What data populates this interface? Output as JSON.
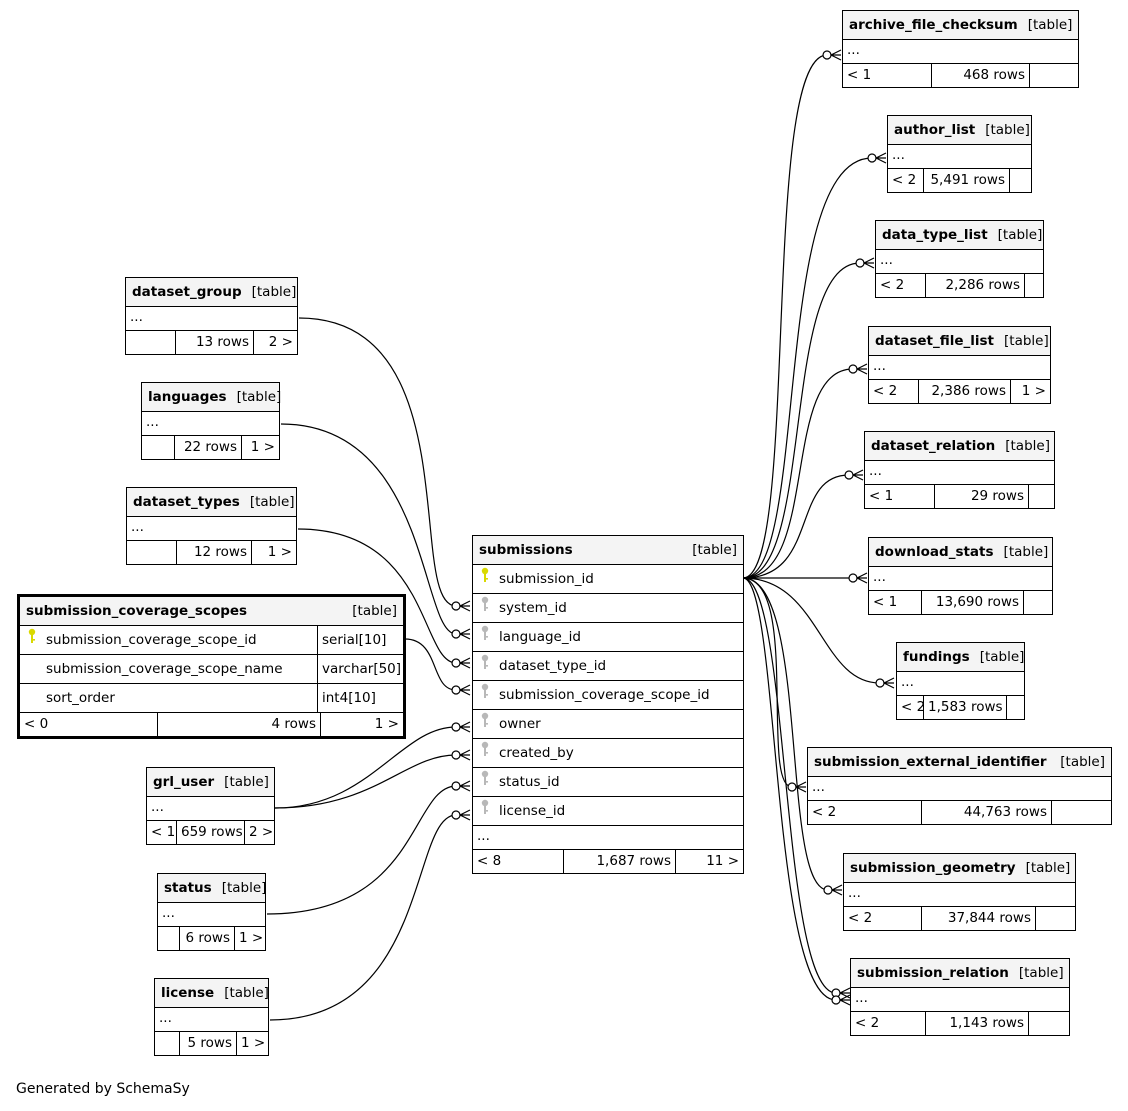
{
  "footer": {
    "generated_by": "Generated by SchemaSy"
  },
  "colors": {
    "primary_key": "#d9d900",
    "foreign_key": "#b8b8b8",
    "header_bg": "#f4f4f4"
  },
  "type_label": "[table]",
  "ellipsis": "...",
  "main_table": {
    "name": "submissions",
    "columns": [
      {
        "name": "submission_id",
        "key": "primary-key-icon"
      },
      {
        "name": "system_id",
        "key": "foreign-key-icon"
      },
      {
        "name": "language_id",
        "key": "foreign-key-icon"
      },
      {
        "name": "dataset_type_id",
        "key": "foreign-key-icon"
      },
      {
        "name": "submission_coverage_scope_id",
        "key": "foreign-key-icon"
      },
      {
        "name": "owner",
        "key": "foreign-key-icon"
      },
      {
        "name": "created_by",
        "key": "foreign-key-icon"
      },
      {
        "name": "status_id",
        "key": "foreign-key-icon"
      },
      {
        "name": "license_id",
        "key": "foreign-key-icon"
      }
    ],
    "footer": {
      "parents": "< 8",
      "rows": "1,687 rows",
      "children": "11 >"
    }
  },
  "focus_table": {
    "name": "submission_coverage_scopes",
    "columns": [
      {
        "name": "submission_coverage_scope_id",
        "type": "serial[10]",
        "key": "primary-key-icon"
      },
      {
        "name": "submission_coverage_scope_name",
        "type": "varchar[50]",
        "key": ""
      },
      {
        "name": "sort_order",
        "type": "int4[10]",
        "key": ""
      }
    ],
    "footer": {
      "parents": "< 0",
      "rows": "4 rows",
      "children": "1 >"
    }
  },
  "left_tables": [
    {
      "name": "dataset_group",
      "parents": "",
      "rows": "13 rows",
      "children": "2 >"
    },
    {
      "name": "languages",
      "parents": "",
      "rows": "22 rows",
      "children": "1 >"
    },
    {
      "name": "dataset_types",
      "parents": "",
      "rows": "12 rows",
      "children": "1 >"
    },
    {
      "name": "grl_user",
      "parents": "< 1",
      "rows": "659 rows",
      "children": "2 >"
    },
    {
      "name": "status",
      "parents": "",
      "rows": "6 rows",
      "children": "1 >"
    },
    {
      "name": "license",
      "parents": "",
      "rows": "5 rows",
      "children": "1 >"
    }
  ],
  "right_tables": [
    {
      "name": "archive_file_checksum",
      "parents": "< 1",
      "rows": "468 rows",
      "children": ""
    },
    {
      "name": "author_list",
      "parents": "< 2",
      "rows": "5,491 rows",
      "children": ""
    },
    {
      "name": "data_type_list",
      "parents": "< 2",
      "rows": "2,286 rows",
      "children": ""
    },
    {
      "name": "dataset_file_list",
      "parents": "< 2",
      "rows": "2,386 rows",
      "children": "1 >"
    },
    {
      "name": "dataset_relation",
      "parents": "< 1",
      "rows": "29 rows",
      "children": ""
    },
    {
      "name": "download_stats",
      "parents": "< 1",
      "rows": "13,690 rows",
      "children": ""
    },
    {
      "name": "fundings",
      "parents": "< 2",
      "rows": "1,583 rows",
      "children": ""
    },
    {
      "name": "submission_external_identifier",
      "parents": "< 2",
      "rows": "44,763 rows",
      "children": ""
    },
    {
      "name": "submission_geometry",
      "parents": "< 2",
      "rows": "37,844 rows",
      "children": ""
    },
    {
      "name": "submission_relation",
      "parents": "< 2",
      "rows": "1,143 rows",
      "children": ""
    }
  ]
}
